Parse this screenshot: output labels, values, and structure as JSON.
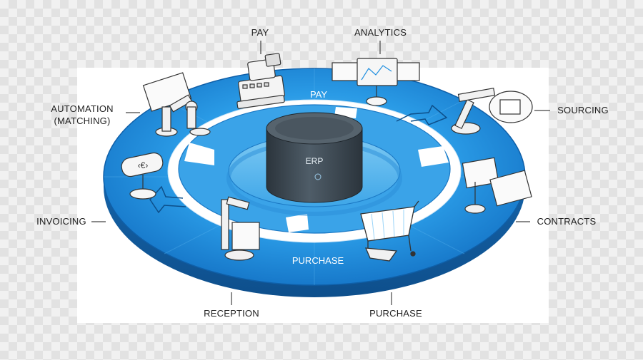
{
  "ring": {
    "top_band_label": "PAY",
    "bottom_band_label": "PURCHASE",
    "center_label": "ERP"
  },
  "callouts": {
    "pay": "PAY",
    "analytics": "ANALYTICS",
    "automation_line1": "AUTOMATION",
    "automation_line2": "(MATCHING)",
    "sourcing": "SOURCING",
    "invoicing": "INVOICING",
    "contracts": "CONTRACTS",
    "reception": "RECEPTION",
    "purchase": "PURCHASE"
  },
  "icons": [
    "cash-register-icon",
    "analytics-monitor-icon",
    "robot-arm-icon",
    "sourcing-lamp-icon",
    "invoice-mailbox-icon",
    "contract-documents-icon",
    "scanner-box-icon",
    "shopping-cart-icon"
  ],
  "colors": {
    "ring_blue": "#1f8fe0",
    "ring_dark": "#1466b3",
    "ring_light": "#8fd0f7",
    "erp_cylinder": "#3d4a55",
    "leader_line": "#444444"
  }
}
